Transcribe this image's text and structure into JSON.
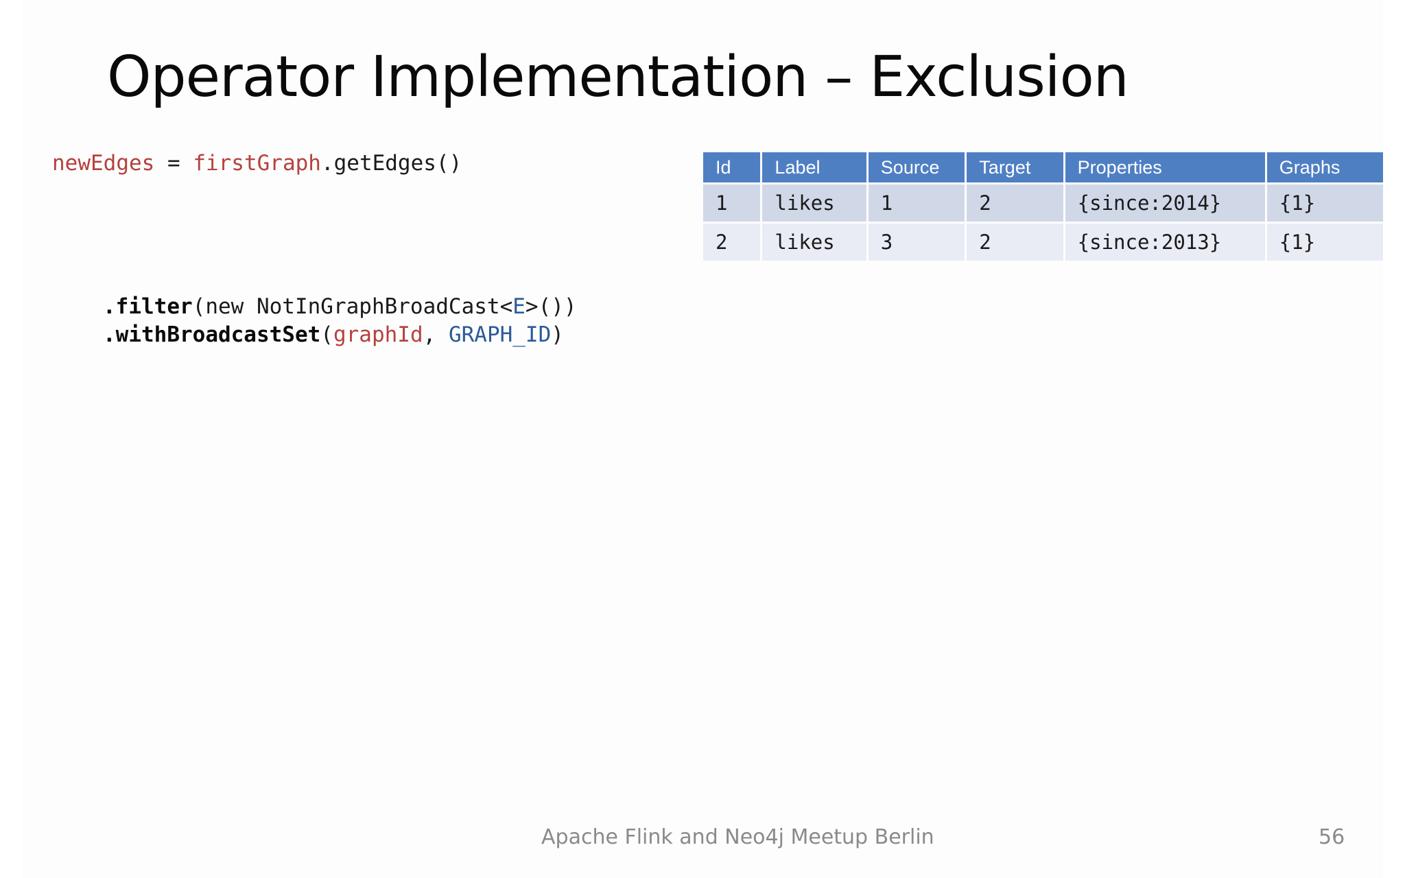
{
  "slide": {
    "title": "Operator Implementation – Exclusion"
  },
  "code": {
    "line1": {
      "var1": "newEdges",
      "op": " = ",
      "var2": "firstGraph",
      "rest": ".getEdges()"
    },
    "line2": {
      "dot": ".",
      "method": "filter",
      "open": "(new NotInGraphBroadCast<",
      "type": "E",
      "close": ">())"
    },
    "line3": {
      "dot": ".",
      "method": "withBroadcastSet",
      "open": "(",
      "arg1": "graphId",
      "sep": ", ",
      "arg2": "GRAPH_ID",
      "close": ")"
    }
  },
  "table": {
    "headers": [
      "Id",
      "Label",
      "Source",
      "Target",
      "Properties",
      "Graphs"
    ],
    "rows": [
      [
        "1",
        "likes",
        "1",
        "2",
        "{since:2014}",
        "{1}"
      ],
      [
        "2",
        "likes",
        "3",
        "2",
        "{since:2013}",
        "{1}"
      ]
    ]
  },
  "footer": {
    "text": "Apache Flink and Neo4j Meetup Berlin",
    "page_number": "56"
  },
  "colors": {
    "header_bg": "#4f7fc3",
    "row_odd": "#d0d8e8",
    "row_even": "#e9ecf4",
    "code_variable": "#b5413d",
    "code_type": "#2a5a9a"
  }
}
